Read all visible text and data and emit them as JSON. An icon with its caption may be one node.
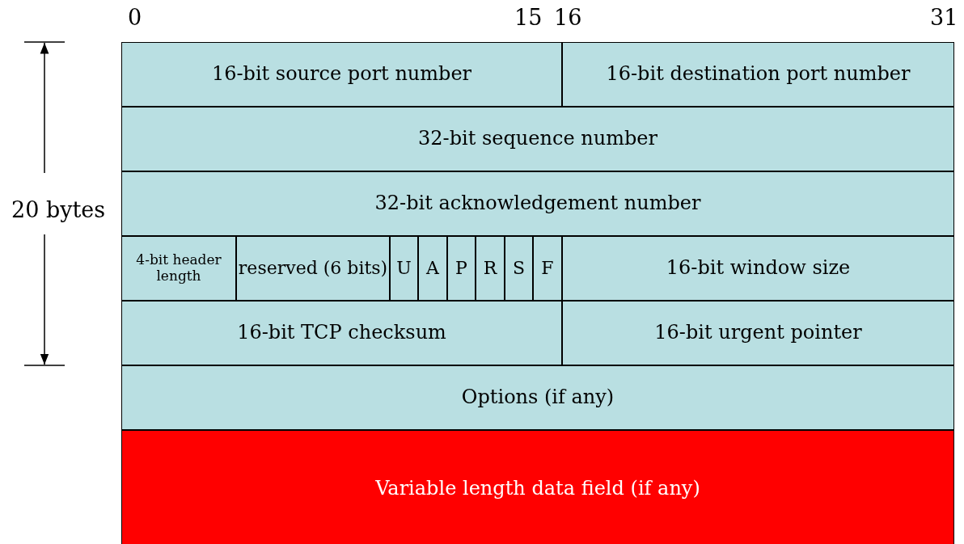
{
  "diagram": {
    "nodes": [
      {
        "text": [
          "16-bit source port number"
        ]
      },
      {
        "text": [
          "16-bit destination port number"
        ]
      },
      {
        "text": [
          "32-bit sequence number"
        ]
      },
      {
        "text": [
          "32-bit acknowledgement number"
        ]
      },
      {
        "text": [
          "4-bit header length"
        ]
      },
      {
        "text": [
          "reserved (6 bits)"
        ]
      },
      {
        "text": [
          "U"
        ]
      },
      {
        "text": [
          "A"
        ]
      },
      {
        "text": [
          "P"
        ]
      },
      {
        "text": [
          "R"
        ]
      },
      {
        "text": [
          "S"
        ]
      },
      {
        "text": [
          "F"
        ]
      },
      {
        "text": [
          "16-bit window size"
        ]
      },
      {
        "text": [
          "16-bit TCP checksum"
        ]
      },
      {
        "text": [
          "16-bit urgent pointer"
        ]
      },
      {
        "text": [
          "Options (if any)"
        ]
      },
      {
        "text": [
          "Variable length data field (if any)"
        ]
      }
    ],
    "labels": [
      "0",
      "15",
      "16",
      "31",
      "20 bytes"
    ]
  }
}
